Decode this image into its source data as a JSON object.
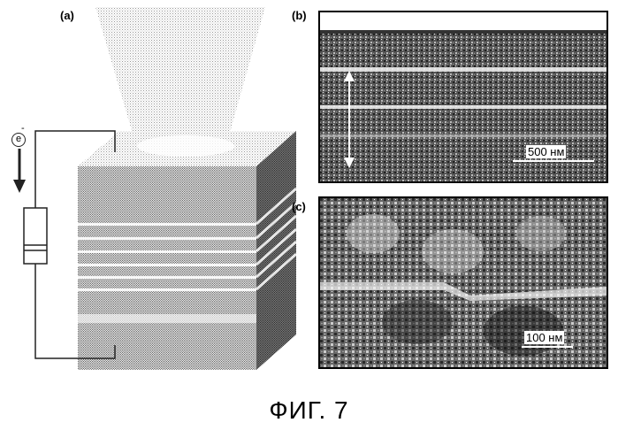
{
  "figure": {
    "caption": "ФИГ. 7",
    "panels": {
      "a": {
        "label": "(a)"
      },
      "b": {
        "label": "(b)",
        "scalebar_text": "500 нм"
      },
      "c": {
        "label": "(c)",
        "scalebar_text": "100 нм"
      }
    },
    "circuit": {
      "electron_symbol": "e",
      "electron_charge": "-"
    }
  }
}
